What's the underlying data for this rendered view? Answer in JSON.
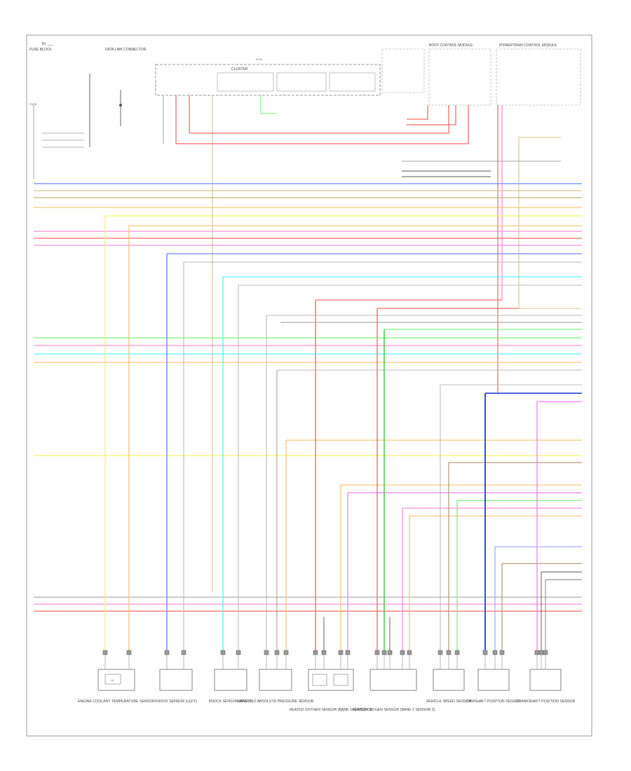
{
  "diagram": {
    "page_number": "",
    "top_components": [
      "FUSE BLOCK",
      "DATA LINK CONNECTOR",
      "CLUSTER",
      "BODY CONTROL MODULE",
      "POWERTRAIN CONTROL MODULE"
    ],
    "bottom_components": [
      {
        "id": "c1",
        "label": "ENGINE COOLANT TEMPERATURE SENSOR"
      },
      {
        "id": "c2",
        "label": "KNOCK SENSOR (LEFT)"
      },
      {
        "id": "c3",
        "label": "KNOCK SENSOR (RIGHT)"
      },
      {
        "id": "c4",
        "label": "MANIFOLD ABSOLUTE PRESSURE SENSOR"
      },
      {
        "id": "c5",
        "label": "HEATED OXYGEN SENSOR (BANK 1 SENSOR 1)"
      },
      {
        "id": "c6",
        "label": "HEATED OXYGEN SENSOR (BANK 1 SENSOR 2)"
      },
      {
        "id": "c7",
        "label": "VEHICLE SPEED SENSOR"
      },
      {
        "id": "c8",
        "label": "CAMSHAFT POSITION SENSOR"
      },
      {
        "id": "c9",
        "label": "CRANKSHAFT POSITION SENSOR"
      }
    ],
    "wire_colors": {
      "blue": "#6f86ff",
      "lt_green": "#7cf27c",
      "cyan": "#5ff2f2",
      "pink": "#ff8fd8",
      "red": "#ff6a6a",
      "yellow": "#f7f36a",
      "tan": "#e9d79a",
      "orange": "#f6c77c",
      "brown": "#b79d7a",
      "gray": "#bbbbbb",
      "dk_blue": "#3650d8",
      "magenta": "#f07cf0",
      "black": "#444444"
    }
  }
}
